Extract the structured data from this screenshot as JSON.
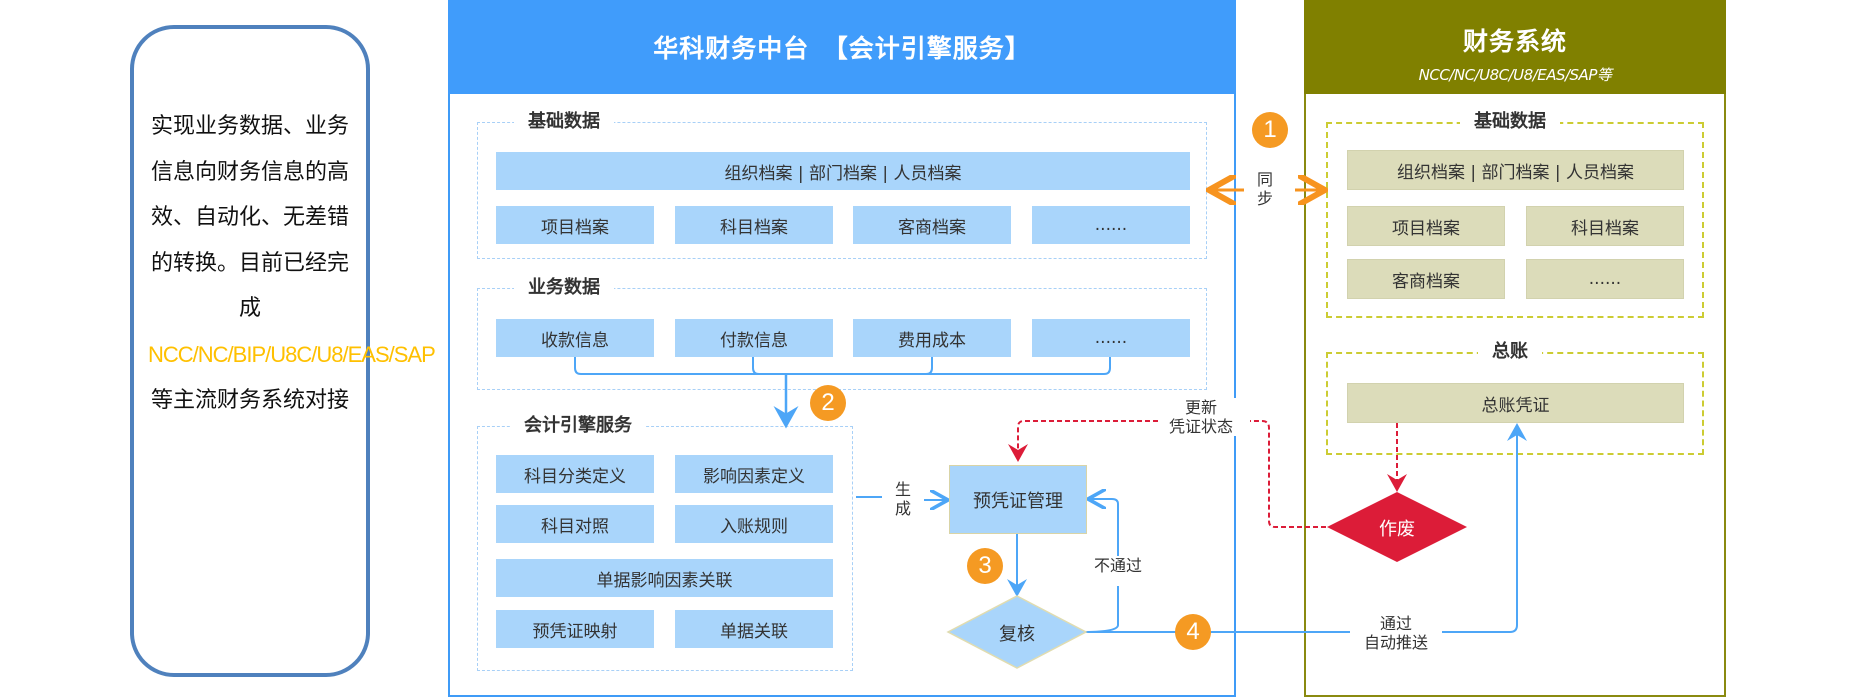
{
  "note": {
    "text_before": "实现业务数据、业务信息向财务信息的高效、自动化、无差错的转换。目前已经完成",
    "highlight": "NCC/NC/BIP/U8C/U8/EAS/SAP",
    "text_after": "等主流财务系统对接",
    "highlight_color": "#ffc000"
  },
  "platform": {
    "title": "华科财务中台　【会计引擎服务】",
    "color": "#409cfb",
    "base_data": {
      "label": "基础数据",
      "wide_item": "组织档案  |  部门档案  |  人员档案",
      "items": [
        "项目档案",
        "科目档案",
        "客商档案",
        "......"
      ]
    },
    "business_data": {
      "label": "业务数据",
      "items": [
        "收款信息",
        "付款信息",
        "费用成本",
        "......"
      ]
    },
    "engine": {
      "label": "会计引擎服务",
      "items": [
        "科目分类定义",
        "影响因素定义",
        "科目对照",
        "入账规则",
        "单据影响因素关联",
        "预凭证映射",
        "单据关联"
      ]
    },
    "pre_voucher": "预凭证管理",
    "review": "复核"
  },
  "finance_system": {
    "title": "财务系统",
    "subtitle": "NCC/NC/U8C/U8/EAS/SAP等",
    "color": "#808000",
    "base_data": {
      "label": "基础数据",
      "wide_item": "组织档案  |  部门档案  |  人员档案",
      "items": [
        "项目档案",
        "科目档案",
        "客商档案",
        "......"
      ]
    },
    "ledger": {
      "label": "总账",
      "item": "总账凭证"
    },
    "void": "作废"
  },
  "flow": {
    "markers": [
      "1",
      "2",
      "3",
      "4"
    ],
    "sync_label": "同\n步",
    "generate_label": "生\n成",
    "update_label": "更新\n凭证状态",
    "reject_label": "不通过",
    "pass_label": "通过\n自动推送",
    "colors": {
      "sync": "#f7931e",
      "flow": "#4da6f7",
      "void": "#dc1c38",
      "marker": "#f59a23"
    }
  }
}
